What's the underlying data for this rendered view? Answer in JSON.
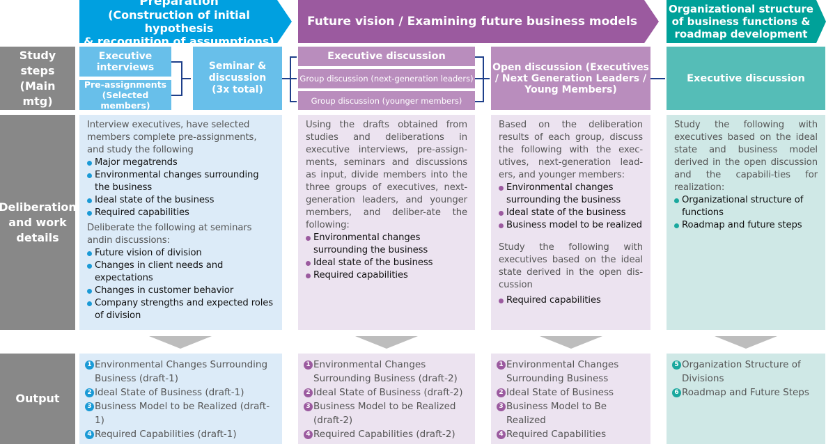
{
  "headers": [
    {
      "lines": [
        "Preparation",
        "(Construction of initial hypothesis",
        "& recognition of assumptions)"
      ]
    },
    {
      "lines": [
        "Future vision / Examining future business models"
      ]
    },
    {
      "lines": [
        "Organizational structure",
        "of business functions &",
        "roadmap development"
      ]
    }
  ],
  "row_labels": {
    "study": "Study steps (Main mtg)",
    "deliberation": "Deliberation and work details",
    "output": "Output"
  },
  "steps": {
    "exec_interviews": "Executive interviews",
    "pre_assign": "Pre-assignments (Selected members)",
    "seminar": "Seminar & discussion (3x total)",
    "exec_discussion": "Executive discussion",
    "group_next": "Group discussion (next-generation leaders)",
    "group_young": "Group discussion (younger members)",
    "open": "Open discussion (Executives / Next Generation Leaders / Young Members)",
    "exec_discussion_2": "Executive discussion"
  },
  "deliberation": [
    {
      "intro": "Interview executives, have selected members complete pre-assignments, and study the following",
      "bullets": [
        "Major megatrends",
        "Environmental changes surrounding the business",
        "Ideal state of the business",
        "Required capabilities"
      ],
      "intro2": "Deliberate the following at seminars andin discussions:",
      "bullets2": [
        "Future vision of division",
        "Changes in client needs and expectations",
        "Changes in customer behavior",
        "Company strengths and expected roles of division"
      ]
    },
    {
      "intro": "Using the drafts obtained from studies and deliberations in executive interviews, pre-assign-ments, seminars and discussions as input, divide members into the three groups of executives, next-generation leaders, and younger members, and deliber-ate the following:",
      "bullets": [
        "Environmental changes surrounding the business",
        "Ideal state of the business",
        "Required capabilities"
      ]
    },
    {
      "intro": "Based on the deliberation results of each group, discuss the following with the exec-utives, next-generation lead-ers, and younger members:",
      "bullets": [
        "Environmental changes surrounding the business",
        "Ideal state of the business",
        "Business model to be realized"
      ],
      "intro2": "Study the following with executives based on the ideal state derived in the open dis-cussion",
      "bullets2": [
        "Required capabilities"
      ]
    },
    {
      "intro": "Study the following with executives based on the ideal state and business model derived in the open discussion and the capabili-ties for realization:",
      "bullets": [
        "Organizational structure of functions",
        "Roadmap and future steps"
      ]
    }
  ],
  "outputs": [
    [
      {
        "n": "1",
        "t": "Environmental Changes Surrounding Business (draft-1)"
      },
      {
        "n": "2",
        "t": "Ideal State of Business (draft-1)"
      },
      {
        "n": "3",
        "t": "Business Model to be Realized (draft-1)"
      },
      {
        "n": "4",
        "t": "Required Capabilities (draft-1)"
      }
    ],
    [
      {
        "n": "1",
        "t": "Environmental Changes Surrounding Business (draft-2)"
      },
      {
        "n": "2",
        "t": "Ideal State of Business (draft-2)"
      },
      {
        "n": "3",
        "t": "Business Model to be Realized (draft-2)"
      },
      {
        "n": "4",
        "t": "Required Capabilities (draft-2)"
      }
    ],
    [
      {
        "n": "1",
        "t": "Environmental Changes Surrounding Business"
      },
      {
        "n": "2",
        "t": "Ideal State of Business"
      },
      {
        "n": "3",
        "t": "Business Model to Be Realized"
      },
      {
        "n": "4",
        "t": "Required Capabilities"
      }
    ],
    [
      {
        "n": "5",
        "t": "Organization Structure of Divisions"
      },
      {
        "n": "6",
        "t": "Roadmap and Future Steps"
      }
    ]
  ],
  "colors": {
    "blue": "#00a0e0",
    "purple": "#9b5a9f",
    "teal": "#00a199"
  }
}
